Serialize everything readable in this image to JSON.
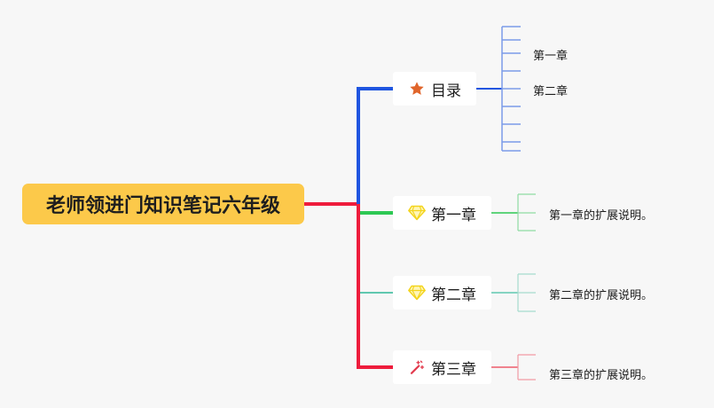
{
  "root": {
    "label": "老师领进门知识笔记六年级",
    "color": "#fcc94a"
  },
  "branches": [
    {
      "id": "toc",
      "label": "目录",
      "icon": "star-icon",
      "icon_color": "#e0652b",
      "line_color": "#1f55e0",
      "children": [
        "第一章",
        "第二章"
      ]
    },
    {
      "id": "ch1",
      "label": "第一章",
      "icon": "diamond-icon",
      "icon_color": "#f3d41c",
      "line_color": "#2ec854",
      "children": [
        "第一章的扩展说明。"
      ]
    },
    {
      "id": "ch2",
      "label": "第二章",
      "icon": "diamond-icon",
      "icon_color": "#f3d41c",
      "line_color": "#61c8b0",
      "children": [
        "第二章的扩展说明。"
      ]
    },
    {
      "id": "ch3",
      "label": "第三章",
      "icon": "magic-wand-icon",
      "icon_color": "#e23a4d",
      "line_color": "#ee1c3c",
      "children": [
        "第三章的扩展说明。"
      ]
    }
  ]
}
